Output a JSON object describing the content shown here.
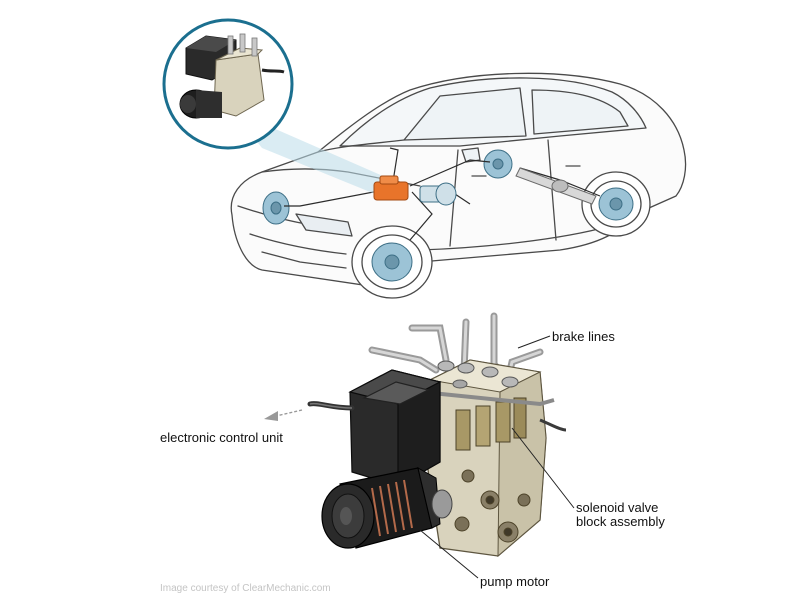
{
  "labels": {
    "brake_lines": "brake lines",
    "ecu": "electronic control unit",
    "solenoid_line1": "solenoid valve",
    "solenoid_line2": "block assembly",
    "pump_motor": "pump motor"
  },
  "credit": "Image courtesy of ClearMechanic.com",
  "colors": {
    "abs_highlight": "#e8742a",
    "callout_ring": "#1b6f8f",
    "line_art": "#4a4a4a",
    "module_body": "#d9d3bd",
    "ecu_housing": "#2a2a2a",
    "brake_disc": "#9cc3d6"
  }
}
